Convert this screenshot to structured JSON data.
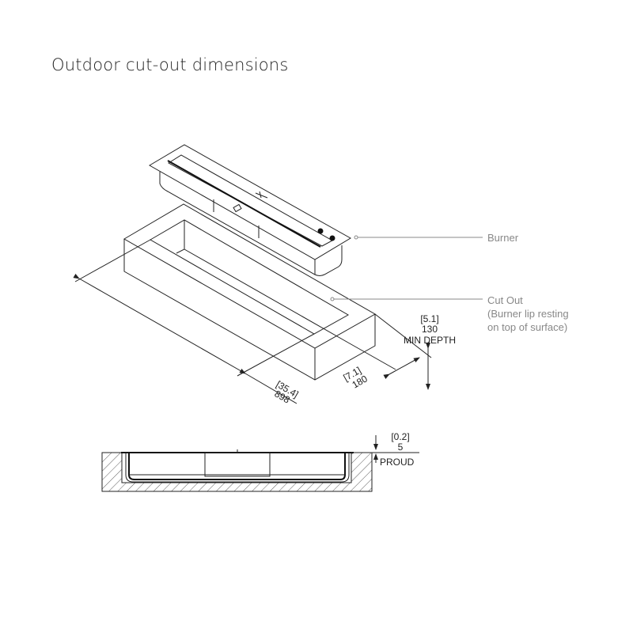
{
  "title": "Outdoor cut-out dimensions",
  "labels": {
    "burner": "Burner",
    "cutout": "Cut Out",
    "cutout_note_1": "(Burner lip resting",
    "cutout_note_2": "on top of surface)"
  },
  "dimensions": {
    "length_in": "[35.4]",
    "length_mm": "898",
    "width_in": "[7.1]",
    "width_mm": "180",
    "depth_in": "[5.1]",
    "depth_mm": "130",
    "depth_note": "MIN DEPTH",
    "proud_in": "[0.2]",
    "proud_mm": "5",
    "proud_note": "PROUD"
  }
}
